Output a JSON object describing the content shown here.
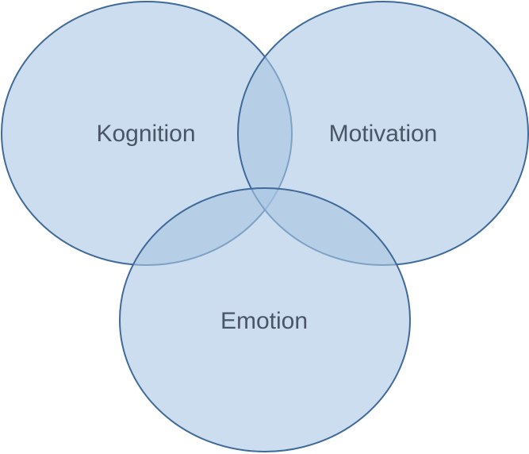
{
  "diagram": {
    "type": "venn",
    "sets": [
      {
        "id": "kognition",
        "label": "Kognition"
      },
      {
        "id": "motivation",
        "label": "Motivation"
      },
      {
        "id": "emotion",
        "label": "Emotion"
      }
    ],
    "colors": {
      "fill": "#a9c7e3",
      "stroke": "#3f6a99",
      "text": "#4a5566"
    }
  }
}
